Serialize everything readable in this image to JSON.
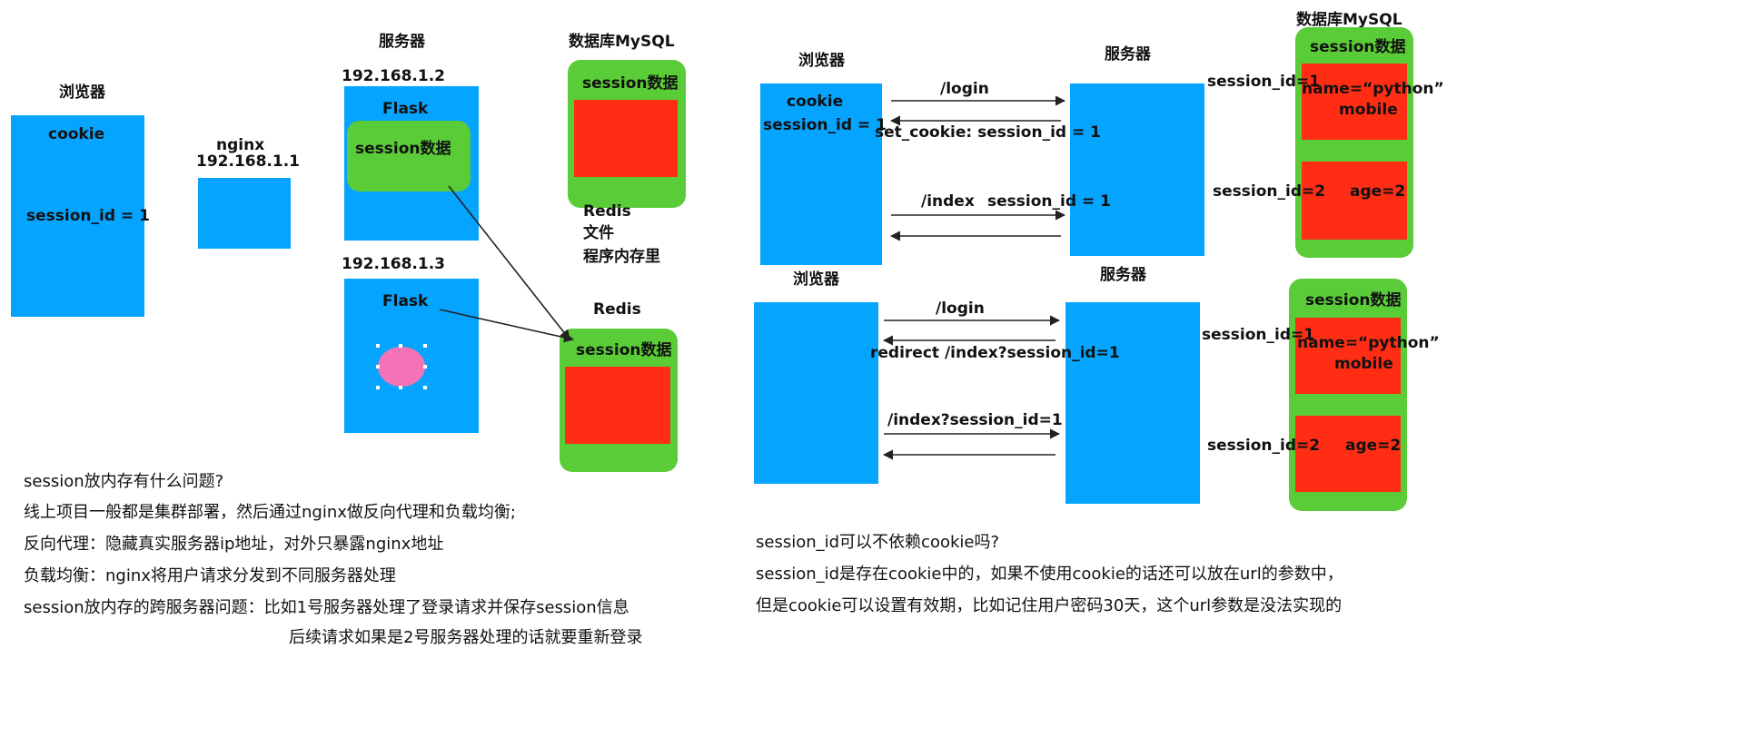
{
  "left": {
    "browser_title": "浏览器",
    "browser_cookie": "cookie",
    "browser_session_id": "session_id = 1",
    "nginx_label": "nginx",
    "nginx_ip": "192.168.1.1",
    "server_title": "服务器",
    "server1_ip": "192.168.1.2",
    "server1_flask": "Flask",
    "server1_session": "session数据",
    "server2_ip": "192.168.1.3",
    "server2_flask": "Flask",
    "mysql_title": "数据库MySQL",
    "mysql_session": "session数据",
    "storage_options": [
      "Redis",
      "文件",
      "程序内存里"
    ],
    "redis_title": "Redis",
    "redis_session": "session数据",
    "notes": [
      "session放内存有什么问题?",
      "线上项目一般都是集群部署，然后通过nginx做反向代理和负载均衡;",
      "反向代理：隐藏真实服务器ip地址，对外只暴露nginx地址",
      "负载均衡：nginx将用户请求分发到不同服务器处理",
      "session放内存的跨服务器问题：比如1号服务器处理了登录请求并保存session信息",
      "后续请求如果是2号服务器处理的话就要重新登录"
    ]
  },
  "right_top": {
    "browser_title": "浏览器",
    "browser_cookie": "cookie",
    "browser_session_id": "session_id = 1",
    "server_title": "服务器",
    "req_login": "/login",
    "resp_set_cookie": "set_cookie: session_id = 1",
    "req_index": "/index",
    "req_index_session": "session_id = 1",
    "mysql_title": "数据库MySQL",
    "session_title": "session数据",
    "entry1_key": "session_id=1",
    "entry1_val_line1": "name=“python”",
    "entry1_val_line2": "mobile",
    "entry2_key": "session_id=2",
    "entry2_val": "age=2"
  },
  "right_bottom": {
    "browser_title": "浏览器",
    "server_title": "服务器",
    "req_login": "/login",
    "resp_redirect": "redirect /index?session_id=1",
    "req_index": "/index?session_id=1",
    "session_title": "session数据",
    "entry1_key": "session_id=1",
    "entry1_val_line1": "name=“python”",
    "entry1_val_line2": "mobile",
    "entry2_key": "session_id=2",
    "entry2_val": "age=2"
  },
  "right_notes": [
    "session_id可以不依赖cookie吗?",
    "session_id是存在cookie中的，如果不使用cookie的话还可以放在url的参数中，",
    "但是cookie可以设置有效期，比如记住用户密码30天，这个url参数是没法实现的"
  ],
  "colors": {
    "box_blue": "#05a4ff",
    "box_green": "#5acc37",
    "box_red": "#ff2d14",
    "pink_ellipse": "#f472b6"
  }
}
